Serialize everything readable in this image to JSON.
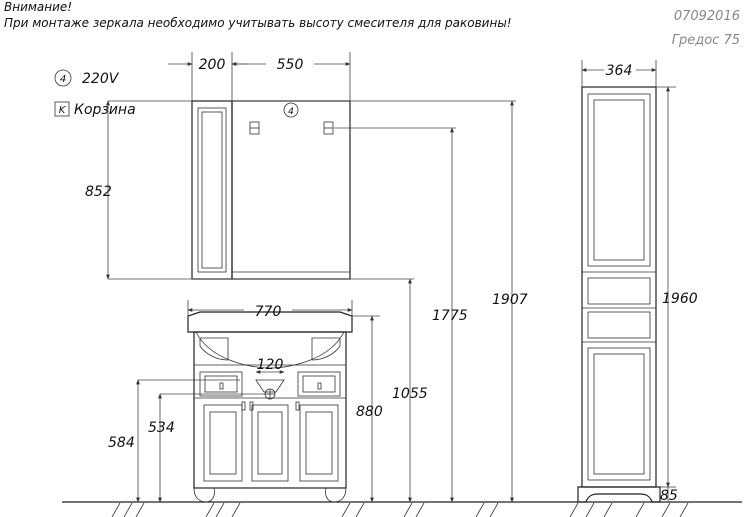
{
  "notice": {
    "title": "Внимание!",
    "text": "При монтаже зеркала необходимо учитывать высоту смесителя для раковины!"
  },
  "product": {
    "code": "07092016",
    "name": "Гредос 75"
  },
  "legend": [
    {
      "symbol": "4",
      "label": "220V",
      "icon": "socket-icon"
    },
    {
      "symbol": "K",
      "label": "Корзина",
      "icon": "basket-icon"
    }
  ],
  "dimensions": {
    "mirror_cabinet_width": "200",
    "mirror_width": "550",
    "mirror_height": "852",
    "washbasin_width": "770",
    "siphon_gap": "120",
    "height_534": "534",
    "height_584": "584",
    "vanity_height": "880",
    "mirror_bottom": "1055",
    "height_1775": "1775",
    "mirror_top": "1907",
    "column_width": "364",
    "column_height": "1960",
    "column_plinth": "85"
  }
}
